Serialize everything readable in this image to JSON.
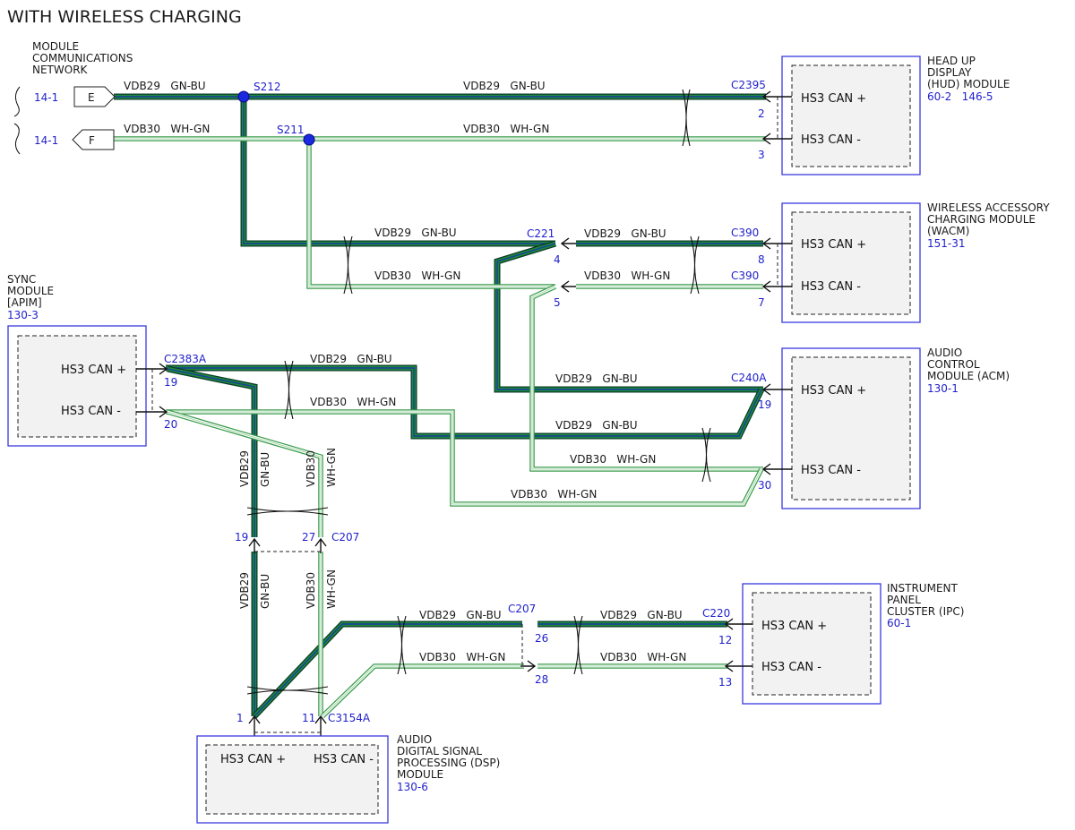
{
  "title": "WITH WIRELESS CHARGING",
  "wire_codes": {
    "gnbu": "VDB29   GN-BU",
    "whgn": "VDB30   WH-GN",
    "gnbu_circuit": "VDB29",
    "gnbu_color": "GN-BU",
    "whgn_circuit": "VDB30",
    "whgn_color": "WH-GN"
  },
  "pin_labels": {
    "plus": "HS3 CAN +",
    "minus": "HS3 CAN -"
  },
  "network": {
    "label_lines": [
      "MODULE",
      "COMMUNICATIONS",
      "NETWORK"
    ],
    "ref_e": "14-1",
    "ref_f": "14-1",
    "conn_e": "E",
    "conn_f": "F"
  },
  "splices": {
    "s212": "S212",
    "s211": "S211"
  },
  "modules": {
    "hud": {
      "lines": [
        "HEAD UP",
        "DISPLAY",
        "(HUD) MODULE"
      ],
      "ref": "60-2   146-5",
      "connector": "C2395",
      "pin_plus": "2",
      "pin_minus": "3"
    },
    "wacm": {
      "lines": [
        "WIRELESS ACCESSORY",
        "CHARGING MODULE",
        "(WACM)"
      ],
      "ref": "151-31",
      "connector_plus": "C390",
      "connector_minus": "C390",
      "pin_plus": "8",
      "pin_minus": "7"
    },
    "sync": {
      "lines": [
        "SYNC",
        "MODULE",
        "[APIM]"
      ],
      "ref": "130-3",
      "connector": "C2383A",
      "pin_plus": "19",
      "pin_minus": "20"
    },
    "acm": {
      "lines": [
        "AUDIO",
        "CONTROL",
        "MODULE (ACM)"
      ],
      "ref": "130-1",
      "connector": "C240A",
      "pin_plus": "19",
      "pin_minus": "30"
    },
    "ipc": {
      "lines": [
        "INSTRUMENT",
        "PANEL",
        "CLUSTER (IPC)"
      ],
      "ref": "60-1",
      "connector": "C220",
      "pin_plus": "12",
      "pin_minus": "13"
    },
    "dsp": {
      "lines": [
        "AUDIO",
        "DIGITAL SIGNAL",
        "PROCESSING (DSP)",
        "MODULE"
      ],
      "ref": "130-6",
      "connector": "C3154A",
      "pin_plus": "1",
      "pin_minus": "11"
    }
  },
  "inline": {
    "c221": {
      "name": "C221",
      "pin_plus": "4",
      "pin_minus": "5"
    },
    "c207_upper": {
      "name": "C207",
      "pin_plus": "19",
      "pin_minus": "27"
    },
    "c207_lower": {
      "name": "C207",
      "pin_plus": "26",
      "pin_minus": "28"
    }
  }
}
